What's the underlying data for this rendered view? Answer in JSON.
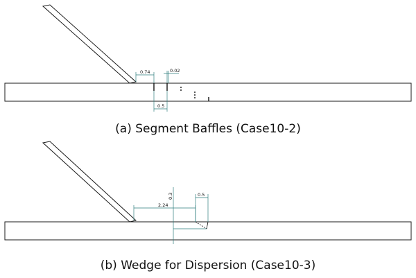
{
  "panel_a": {
    "caption": "(a) Segment Baffles (Case10-2)",
    "dimensions": {
      "offset": "0.74",
      "thickness": "0.02",
      "spacing": "0.5"
    }
  },
  "panel_b": {
    "caption": "(b) Wedge for Dispersion (Case10-3)",
    "dimensions": {
      "offset": "2.24",
      "height": "0.3",
      "length": "0.5"
    }
  },
  "colors": {
    "outline": "#1a1a1a",
    "dimension": "#2e7d7d"
  }
}
